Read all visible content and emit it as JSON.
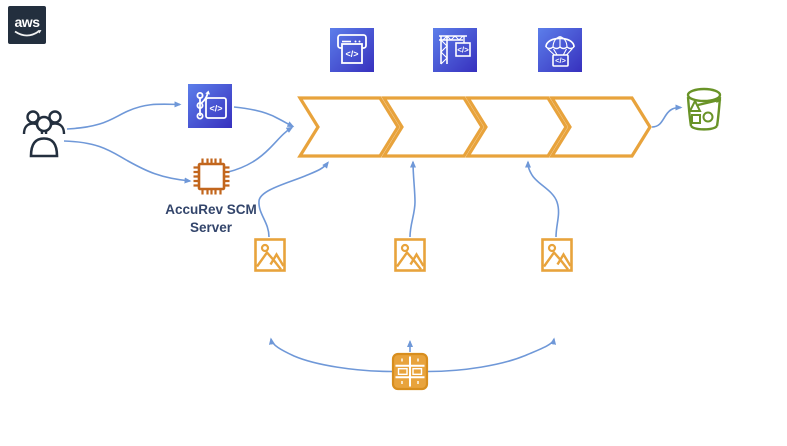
{
  "header": {
    "logo_text": "aws"
  },
  "diagram": {
    "accurev_label": {
      "line1": "AccuRev SCM",
      "line2": "Server"
    },
    "code_glyph": "</>",
    "pipeline": {
      "stage_count": 4
    },
    "icons": [
      {
        "id": "users",
        "name": "users-icon"
      },
      {
        "id": "codecommit",
        "name": "codecommit-icon"
      },
      {
        "id": "codepipeline",
        "name": "codepipeline-icon"
      },
      {
        "id": "codebuild",
        "name": "codebuild-icon"
      },
      {
        "id": "codedeploy",
        "name": "codedeploy-icon"
      },
      {
        "id": "accurev-server",
        "name": "microchip-icon"
      },
      {
        "id": "s3-bucket",
        "name": "s3-bucket-icon"
      },
      {
        "id": "image-1",
        "name": "image-icon"
      },
      {
        "id": "image-2",
        "name": "image-icon"
      },
      {
        "id": "image-3",
        "name": "image-icon"
      },
      {
        "id": "rack",
        "name": "server-rack-icon"
      }
    ],
    "colors": {
      "aws_navy": "#232F3E",
      "devtools_gradient_light": "#5C7EEA",
      "devtools_gradient_dark": "#3730BE",
      "pipeline_orange": "#E8A33C",
      "chip_orange": "#C2661D",
      "bucket_green": "#699327",
      "arrow_blue": "#6F98D8",
      "label_navy": "#33456B",
      "icon_stroke_white": "#FFFFFF"
    }
  }
}
